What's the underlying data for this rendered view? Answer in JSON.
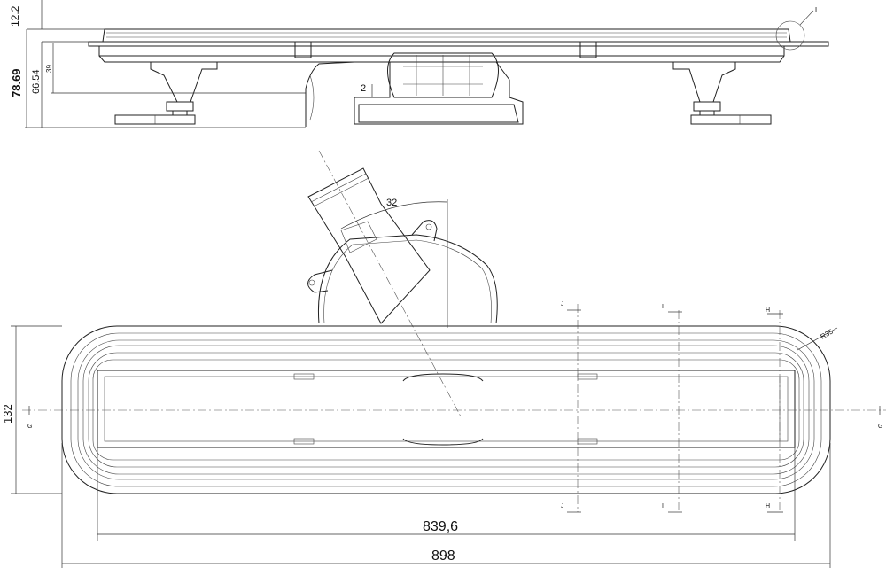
{
  "side_view": {
    "dim_top_thickness": "12.2",
    "dim_total_height": "78.69",
    "dim_height_2": "66.54",
    "dim_height_3": "39",
    "dim_gap": "2",
    "detail_label": "L"
  },
  "top_view": {
    "angle_dim": "32",
    "section_j": "J",
    "section_i": "I",
    "section_h": "H",
    "radius_dim": "R35",
    "width_dim": "132",
    "centerline_label": "G",
    "inner_length_dim": "839,6",
    "outer_length_dim": "898"
  },
  "colors": {
    "line": "#222222",
    "background": "#ffffff"
  }
}
